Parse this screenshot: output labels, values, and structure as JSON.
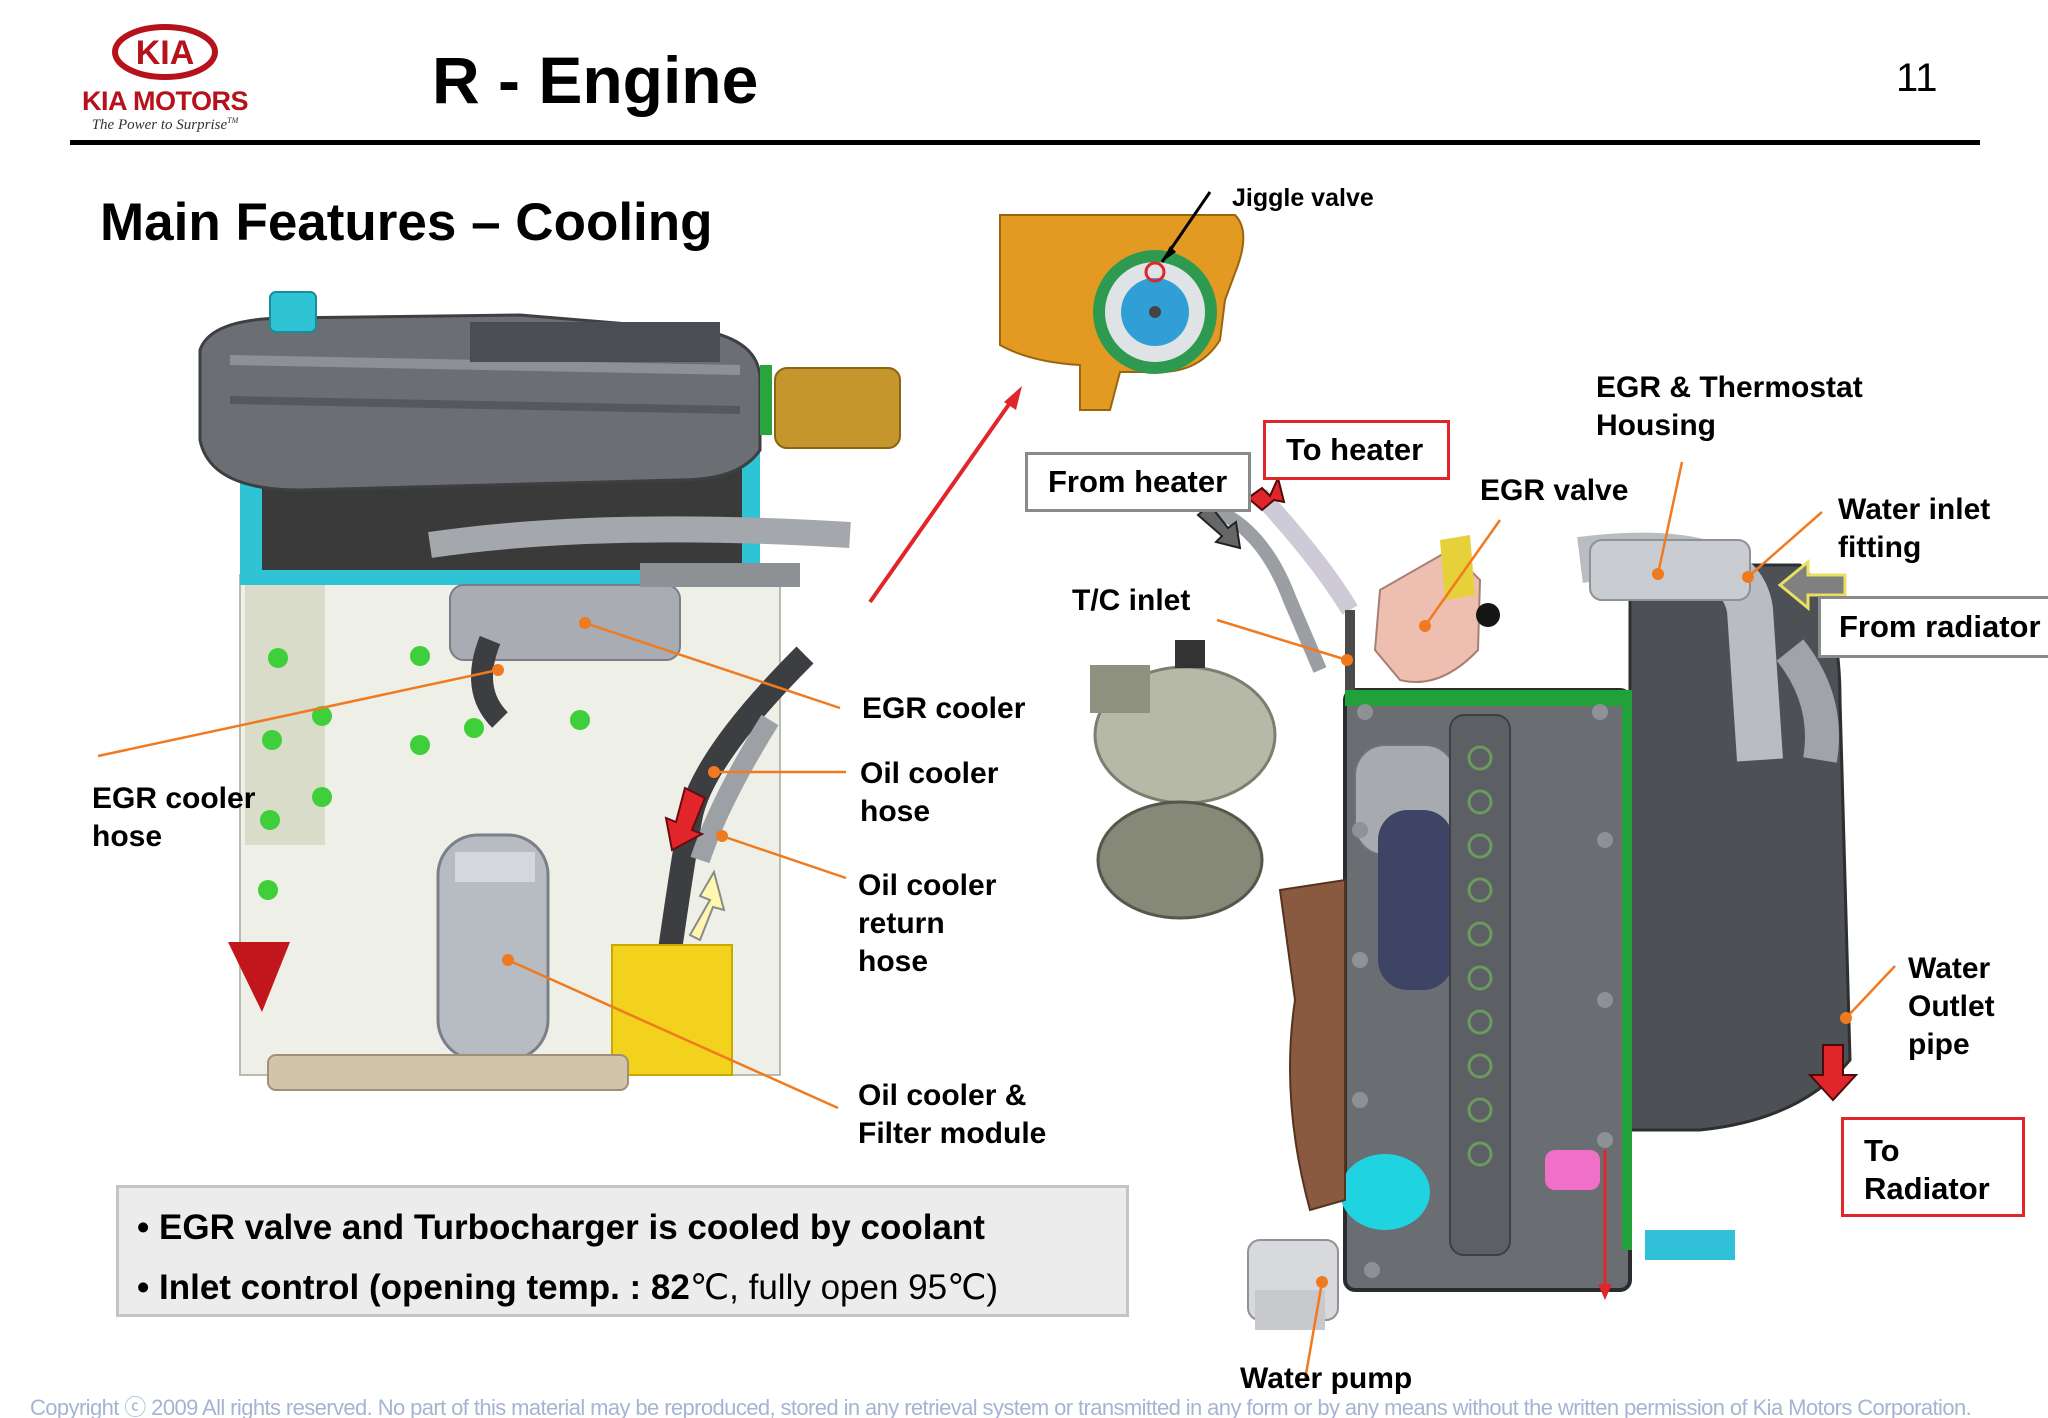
{
  "header": {
    "logo_text": "KIA MOTORS",
    "logo_tagline": "The Power to Surprise",
    "title": "R - Engine",
    "page_number": "11"
  },
  "section_title": "Main Features – Cooling",
  "left_view_labels": {
    "egr_cooler": "EGR cooler",
    "egr_cooler_hose": "EGR cooler\nhose",
    "oil_cooler_hose": "Oil cooler\nhose",
    "oil_cooler_return_hose": "Oil cooler\nreturn\nhose",
    "oil_cooler_filter_module": "Oil cooler &\nFilter module"
  },
  "thermostat_inset_label": "Jiggle valve",
  "right_view_labels": {
    "egr_thermostat_housing": "EGR & Thermostat\nHousing",
    "egr_valve": "EGR valve",
    "water_inlet_fitting": "Water inlet\n fitting",
    "tc_inlet": "T/C inlet",
    "water_outlet_pipe": "Water\nOutlet\npipe",
    "water_pump": "Water pump"
  },
  "flow_boxes": {
    "to_heater": "To heater",
    "from_heater": "From heater",
    "from_radiator": "From radiator",
    "to_radiator": "To\nRadiator"
  },
  "notes": {
    "bullet": "•",
    "line1": "EGR valve and Turbocharger is cooled by coolant",
    "line2_bold": "Inlet control (opening temp. : 82",
    "line2_rest": "℃, fully open 95℃)"
  },
  "footer": {
    "copyright": "Copyright ⓒ 2009 All rights reserved. No part of this material may be reproduced, stored in any retrieval system or transmitted in any form or by any means without the written permission of Kia Motors Corporation."
  },
  "colors": {
    "brand_red": "#b5121b",
    "flow_red": "#e0262b",
    "leader_orange": "#f07a1f",
    "copyright_blue": "#a6b4d3"
  }
}
